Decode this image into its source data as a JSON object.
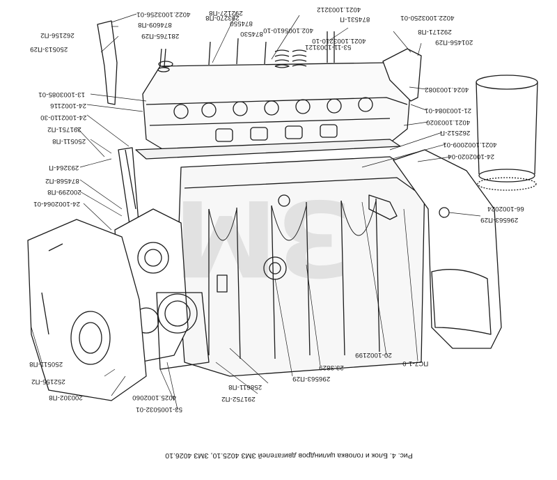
{
  "caption": "Рис. 4. Блок и головка цилиндров двигателей ЗМЗ 4025.10, ЗМЗ 4026.10",
  "labels": {
    "l_4022_1003256_01": "4022.1003256-01",
    "l_874609_pr": "874609-П8",
    "l_281765_p29": "281765-П29",
    "l_262156_p2": "262156-П2",
    "l_250513_p29": "250513-П29",
    "l_293270_p8": "293270-П8",
    "l_874550": "874550",
    "l_292127_p8": "292127-П8",
    "l_874530": "874530",
    "l_402_1005610_10": "402.1005610-10",
    "l_4021_1003212": "4021.1003212",
    "l_874531_p": "874531-П",
    "l_4021_1003210_10": "4021.1003210-10",
    "l_53_11_1003121": "53-11-1003121",
    "l_4022_1003250_01": "4022.1003250-01",
    "l_292171_p8": "292171-П8",
    "l_201456_p29": "201456-П29",
    "l_13_1003085_01": "13-1003085-01",
    "l_24_1002116": "24-1002116",
    "l_24_1002110_30": "24-1002110-30",
    "l_291751_p2": "291751-П2",
    "l_250511_p8": "250511-П8",
    "l_293264_p": "293264-П",
    "l_874568_p2": "874568-П2",
    "l_200299_p8": "200299-П8",
    "l_24_1002064_01": "24-1002064-01",
    "l_4024_1003082": "4024.1003082",
    "l_21_1003084_01": "21-1003084-01",
    "l_4021_1003020": "4021.1003020",
    "l_262512_p": "262512-П",
    "l_4021_1002009_01": "4021.1002009-01",
    "l_24_1002020_04": "24-1002020-04",
    "l_66_1002024": "66-1002024",
    "l_296563_p29_r": "296563-П29",
    "l_250511_p8_b": "250511-П8",
    "l_252155_p2": "252155-П2",
    "l_200302_p8": "200302-П8",
    "l_4025_1002060": "4025.1002060",
    "l_53_1005032_01": "53-1005032-01",
    "l_291752_p2": "291752-П2",
    "l_258611_p8": "258611-П8",
    "l_296563_p29": "296563-П29",
    "l_23_3829": "23.3829",
    "l_20_1002199": "20-1002199",
    "l_pg7_1_0": "ПС7-1-0"
  },
  "watermark": "ЗМ",
  "colors": {
    "ink": "#1a1a1a",
    "paper": "#ffffff",
    "shade": "#8a8a8a"
  }
}
